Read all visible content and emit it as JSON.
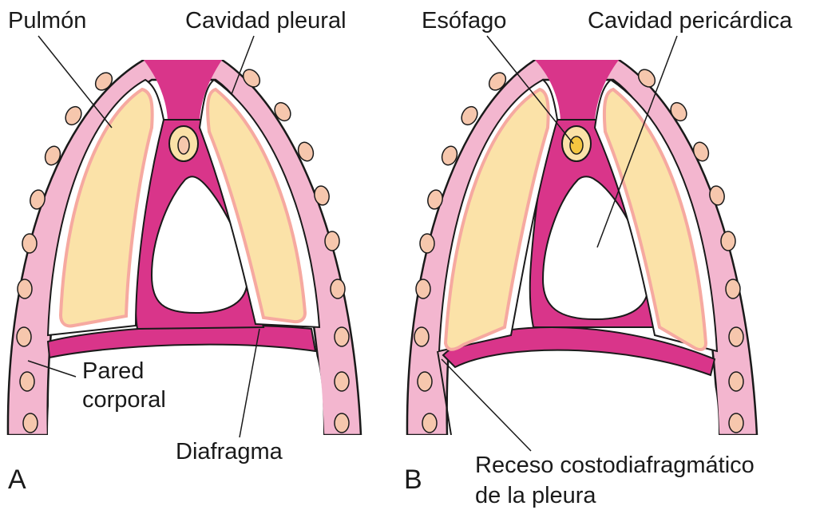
{
  "panels": [
    {
      "letter": "A",
      "labels": {
        "lung": "Pulmón",
        "pleural_cavity": "Cavidad pleural",
        "body_wall_line1": "Pared",
        "body_wall_line2": "corporal",
        "diaphragm": "Diafragma"
      }
    },
    {
      "letter": "B",
      "labels": {
        "esophagus": "Esófago",
        "pericardial_cavity": "Cavidad pericárdica",
        "recess_line1": "Receso costodiafragmático",
        "recess_line2": "de la pleura"
      }
    }
  ],
  "colors": {
    "body_wall": "#f3b6cf",
    "mesoderm": "#d9358a",
    "lung": "#fbe2a8",
    "lung_edge": "#f6a9a0",
    "cell": "#f6c7ad",
    "outline": "#1a1a1a"
  }
}
